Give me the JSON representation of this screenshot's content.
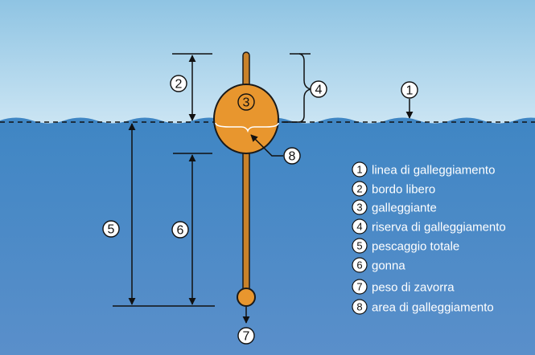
{
  "colors": {
    "sky_top": "#8fc4e3",
    "sky_bottom": "#cde6f4",
    "water_top": "#3f86c4",
    "water_bottom": "#5a8fca",
    "float_body": "#e8962e",
    "float_rod": "#c9822a",
    "outline": "#1a1a1a",
    "legend_text": "#ffffff"
  },
  "callouts": {
    "c1": "1",
    "c2": "2",
    "c3": "3",
    "c4": "4",
    "c5": "5",
    "c6": "6",
    "c7": "7",
    "c8": "8"
  },
  "legend": [
    {
      "num": "1",
      "label": "linea di galleggiamento"
    },
    {
      "num": "2",
      "label": "bordo libero"
    },
    {
      "num": "3",
      "label": "galleggiante"
    },
    {
      "num": "4",
      "label": "riserva di galleggiamento"
    },
    {
      "num": "5",
      "label": "pescaggio totale"
    },
    {
      "num": "6",
      "label": "gonna"
    },
    {
      "num": "7",
      "label": "peso di zavorra"
    },
    {
      "num": "8",
      "label": "area di galleggiamento"
    }
  ]
}
